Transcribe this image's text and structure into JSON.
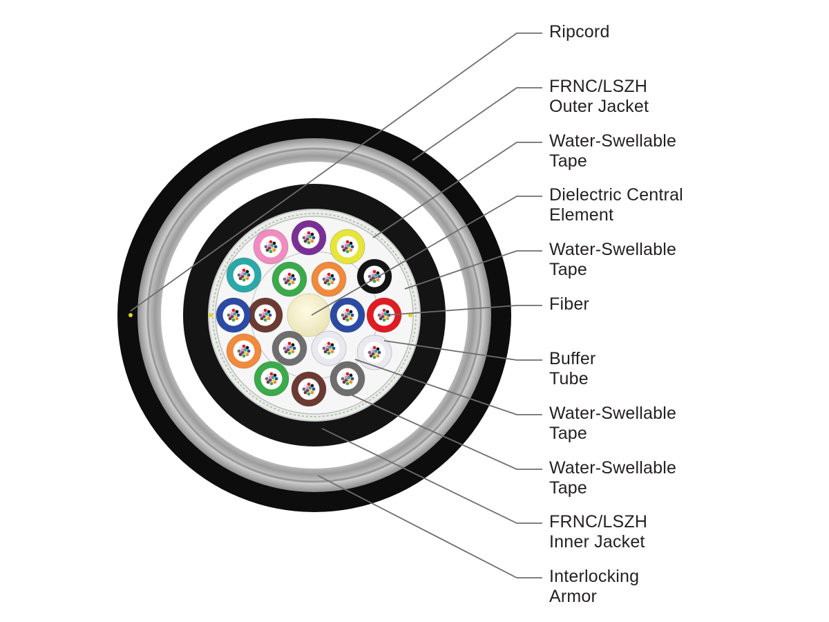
{
  "callouts": [
    {
      "id": "ripcord",
      "lines": [
        "Ripcord"
      ]
    },
    {
      "id": "outer-jacket",
      "lines": [
        "FRNC/LSZH",
        "Outer Jacket"
      ]
    },
    {
      "id": "water-swellable-tape-1",
      "lines": [
        "Water-Swellable",
        "Tape"
      ]
    },
    {
      "id": "dielectric-central-element",
      "lines": [
        "Dielectric Central",
        "Element"
      ]
    },
    {
      "id": "water-swellable-tape-2",
      "lines": [
        "Water-Swellable",
        "Tape"
      ]
    },
    {
      "id": "fiber",
      "lines": [
        "Fiber"
      ]
    },
    {
      "id": "buffer-tube",
      "lines": [
        "Buffer",
        "Tube"
      ]
    },
    {
      "id": "water-swellable-tape-3",
      "lines": [
        "Water-Swellable",
        "Tape"
      ]
    },
    {
      "id": "water-swellable-tape-4",
      "lines": [
        "Water-Swellable",
        "Tape"
      ]
    },
    {
      "id": "inner-jacket",
      "lines": [
        "FRNC/LSZH",
        "Inner Jacket"
      ]
    },
    {
      "id": "interlocking-armor",
      "lines": [
        "Interlocking",
        "Armor"
      ]
    }
  ],
  "colors": {
    "outer_jacket": "#0d0d0d",
    "armor": "#b9b9b9",
    "tape": "#ffffff",
    "inner_jacket": "#141414",
    "core_tape": "#ececec",
    "central_element": "#f7f3cf",
    "leader_line": "#6d6d6d",
    "label_text": "#231f20",
    "ripcord": "#e6d21c"
  },
  "buffer_tube_colors": {
    "inner_ring": [
      "brown",
      "blue",
      "orange",
      "green",
      "white",
      "slate"
    ],
    "outer_ring": [
      "purple",
      "yellow",
      "black",
      "red",
      "white",
      "slate",
      "brown",
      "green",
      "orange",
      "blue",
      "aqua",
      "rose"
    ]
  },
  "fiber_colors": [
    "blue",
    "orange",
    "green",
    "brown",
    "slate",
    "white",
    "red",
    "black",
    "yellow",
    "violet",
    "rose",
    "aqua"
  ],
  "color_names": {
    "blue": "#2b4aa3",
    "orange": "#f08a3c",
    "green": "#3aaa4a",
    "brown": "#6b3a32",
    "slate": "#6e6e6e",
    "white": "#e9e9ef",
    "red": "#e01b22",
    "black": "#141414",
    "yellow": "#e6e53a",
    "violet": "#7a2f96",
    "purple": "#7a2f96",
    "rose": "#f08cbf",
    "aqua": "#2aa9a8"
  }
}
